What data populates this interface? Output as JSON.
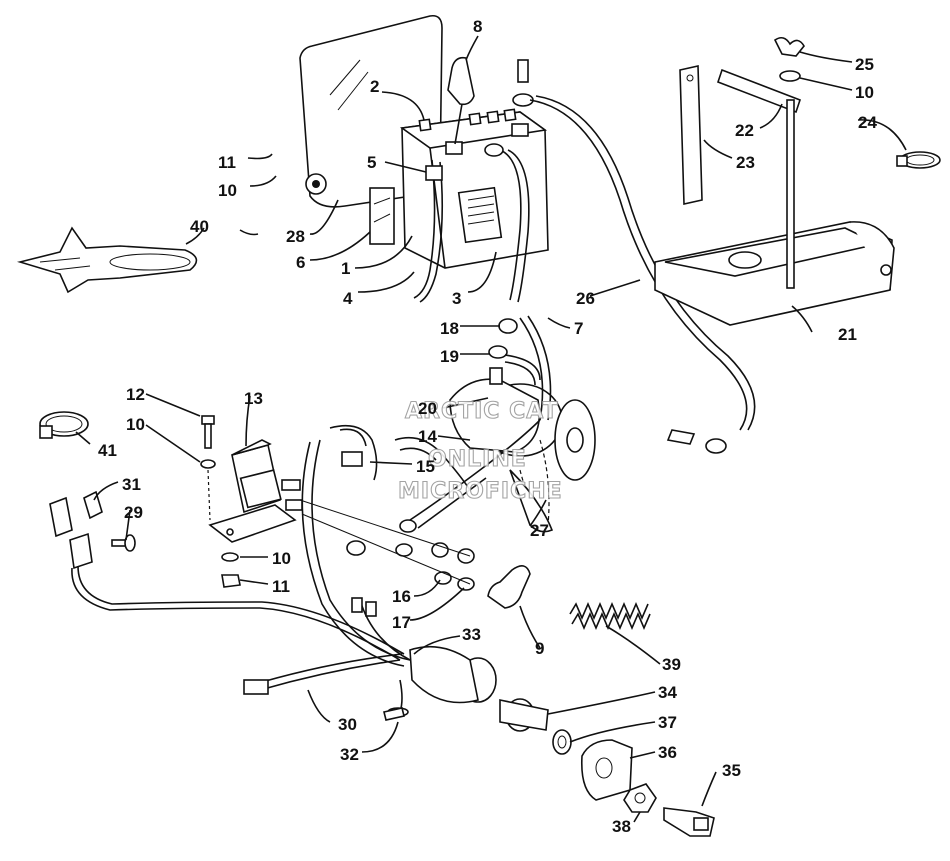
{
  "watermark": {
    "line1": "ARCTIC CAT",
    "line2": "ONLINE",
    "line3": "MICROFICHE"
  },
  "callouts": {
    "c1": "1",
    "c2": "2",
    "c3": "3",
    "c4": "4",
    "c5": "5",
    "c6": "6",
    "c7": "7",
    "c8": "8",
    "c9": "9",
    "c10a": "10",
    "c10b": "10",
    "c10c": "10",
    "c10d": "10",
    "c11a": "11",
    "c11b": "11",
    "c12": "12",
    "c13": "13",
    "c14": "14",
    "c15": "15",
    "c16": "16",
    "c17": "17",
    "c18": "18",
    "c19": "19",
    "c20": "20",
    "c21": "21",
    "c22": "22",
    "c23": "23",
    "c24": "24",
    "c25": "25",
    "c26": "26",
    "c27": "27",
    "c28": "28",
    "c29": "29",
    "c30": "30",
    "c31": "31",
    "c32": "32",
    "c33": "33",
    "c34": "34",
    "c35": "35",
    "c36": "36",
    "c37": "37",
    "c38": "38",
    "c39": "39",
    "c40": "40",
    "c41": "41"
  }
}
